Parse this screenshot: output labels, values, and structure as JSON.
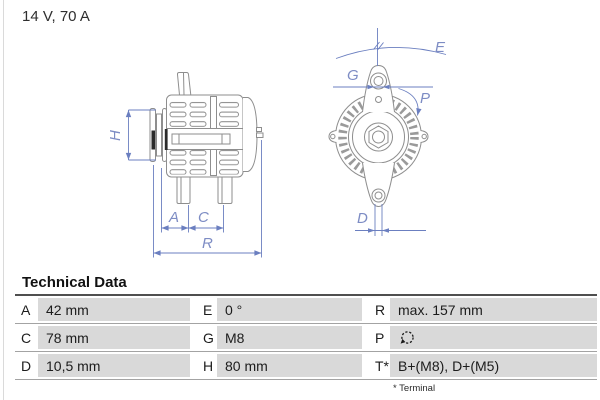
{
  "title": "14 V, 70 A",
  "diagram": {
    "description": "alternator technical drawing, side view and front view",
    "dimension_color": "#6b7fc0",
    "drawing_color": "#8e8e8e",
    "side_view": {
      "h": "H",
      "a": "A",
      "c": "C",
      "r": "R"
    },
    "front_view": {
      "e": "E",
      "g": "G",
      "p": "P",
      "d": "D"
    }
  },
  "technical_data": {
    "heading": "Technical Data",
    "rows": [
      {
        "cells": [
          {
            "label": "A",
            "value": "42 mm"
          },
          {
            "label": "E",
            "value": "0 °"
          },
          {
            "label": "R",
            "value": "max. 157 mm"
          }
        ]
      },
      {
        "cells": [
          {
            "label": "C",
            "value": "78 mm"
          },
          {
            "label": "G",
            "value": "M8"
          },
          {
            "label": "P",
            "value": "",
            "icon": "rotation-direction"
          }
        ]
      },
      {
        "cells": [
          {
            "label": "D",
            "value": "10,5 mm"
          },
          {
            "label": "H",
            "value": "80 mm"
          },
          {
            "label": "T*",
            "value": "B+(M8), D+(M5)"
          }
        ]
      }
    ],
    "footnote": "* Terminal",
    "value_cell_color": "#d9d9d9"
  }
}
